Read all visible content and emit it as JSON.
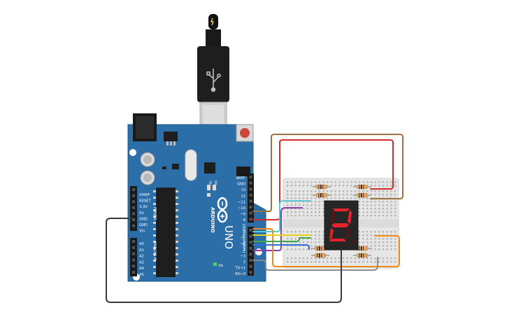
{
  "board": {
    "brand": "ARDUINO",
    "model": "UNO",
    "header_left_power": [
      "IOREF",
      "RESET",
      "3.3V",
      "5V",
      "GND",
      "GND",
      "Vin"
    ],
    "power_title": "POWER",
    "header_left_analog": [
      "A0",
      "A1",
      "A2",
      "A3",
      "A4",
      "A5"
    ],
    "analog_title": "ANALOG IN",
    "header_right_top": [
      "AREF",
      "GND",
      "13",
      "12",
      "~11",
      "~10",
      "~9",
      "8"
    ],
    "header_right_bottom": [
      "7",
      "~6",
      "~5",
      "4",
      "~3",
      "2",
      "TX→1",
      "RX←0"
    ],
    "digital_title": "DIGITAL (PWM~)",
    "led_labels": [
      "TX",
      "RX",
      "L"
    ],
    "on_label": "ON"
  },
  "display": {
    "digit": "2",
    "segment_on_color": "#e8232a",
    "segment_off_color": "#5a1416"
  },
  "wire_colors": {
    "brown": "#a0703f",
    "red": "#d42a2a",
    "cyan": "#5cc8d4",
    "purple": "#8b3ca8",
    "orange": "#f08a12",
    "yellow": "#e8d21a",
    "green": "#3fa64a",
    "blue": "#2f6fd6",
    "gray": "#8c8c8c",
    "black": "#3a3a3a"
  },
  "colors": {
    "board": "#2b6ea8",
    "breadboard": "#e6e6e6"
  }
}
